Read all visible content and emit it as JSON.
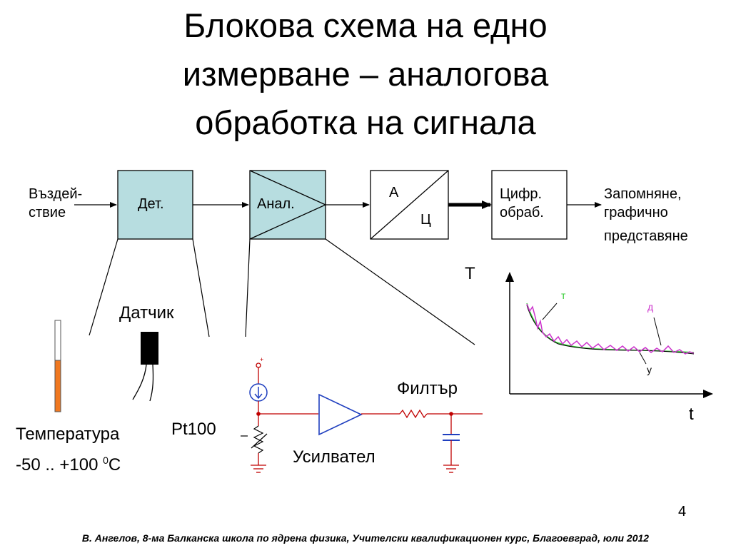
{
  "title": {
    "line1": "Блокова схема на едно",
    "line2": "измерване – аналогова",
    "line3": "обработка на сигнала"
  },
  "blocks": {
    "input_line1": "Въздей-",
    "input_line2": "ствие",
    "detector": "Дет.",
    "analog": "Анал.",
    "adc_top": "А",
    "adc_bottom": "Ц",
    "digital_line1": "Цифр.",
    "digital_line2": "обраб.",
    "output_line1": "Запомняне,",
    "output_line2": "графично",
    "output_line3": "представяне"
  },
  "details": {
    "sensor_label": "Датчик",
    "temperature_label": "Температура",
    "temperature_range_prefix": "-50 .. +100 ",
    "temperature_degree": "0",
    "temperature_unit": "C",
    "pt100_label": "Pt100",
    "filter_label": "Филтър",
    "amplifier_label": "Усилвател"
  },
  "graph": {
    "y_axis_label": "T",
    "x_axis_label": "t",
    "curve_true_label": "т",
    "curve_sensor_label": "д",
    "curve_smoothed_label": "у"
  },
  "colors": {
    "block_fill": "#b7dde0",
    "thermometer_fill": "#f07820",
    "circuit_red": "#c00000",
    "circuit_blue": "#1f3fbf",
    "curve_green": "#33cc33",
    "curve_magenta": "#cc33cc"
  },
  "footer": "В. Ангелов, 8-ма Балканска школа по ядрена физика, Учителски квалификационен курс, Благоевград, юли 2012",
  "page_number": "4"
}
